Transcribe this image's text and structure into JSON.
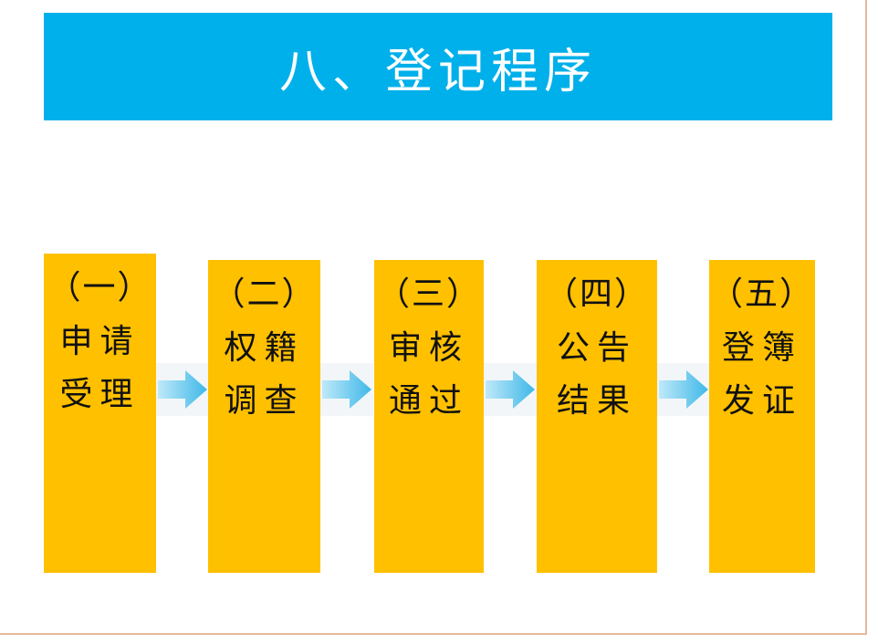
{
  "title": "八、登记程序",
  "steps": [
    {
      "number": "（一）",
      "line1": "申请",
      "line2": "受理"
    },
    {
      "number": "（二）",
      "line1": "权籍",
      "line2": "调查"
    },
    {
      "number": "（三）",
      "line1": "审核",
      "line2": "通过"
    },
    {
      "number": "（四）",
      "line1": "公告",
      "line2": "结果"
    },
    {
      "number": "（五）",
      "line1": "登簿",
      "line2": "发证"
    }
  ],
  "colors": {
    "banner": "#00b0ea",
    "step_box": "#ffc000",
    "arrow": "#5bc8ee"
  },
  "icons": {
    "connector": "right-arrow-icon"
  }
}
